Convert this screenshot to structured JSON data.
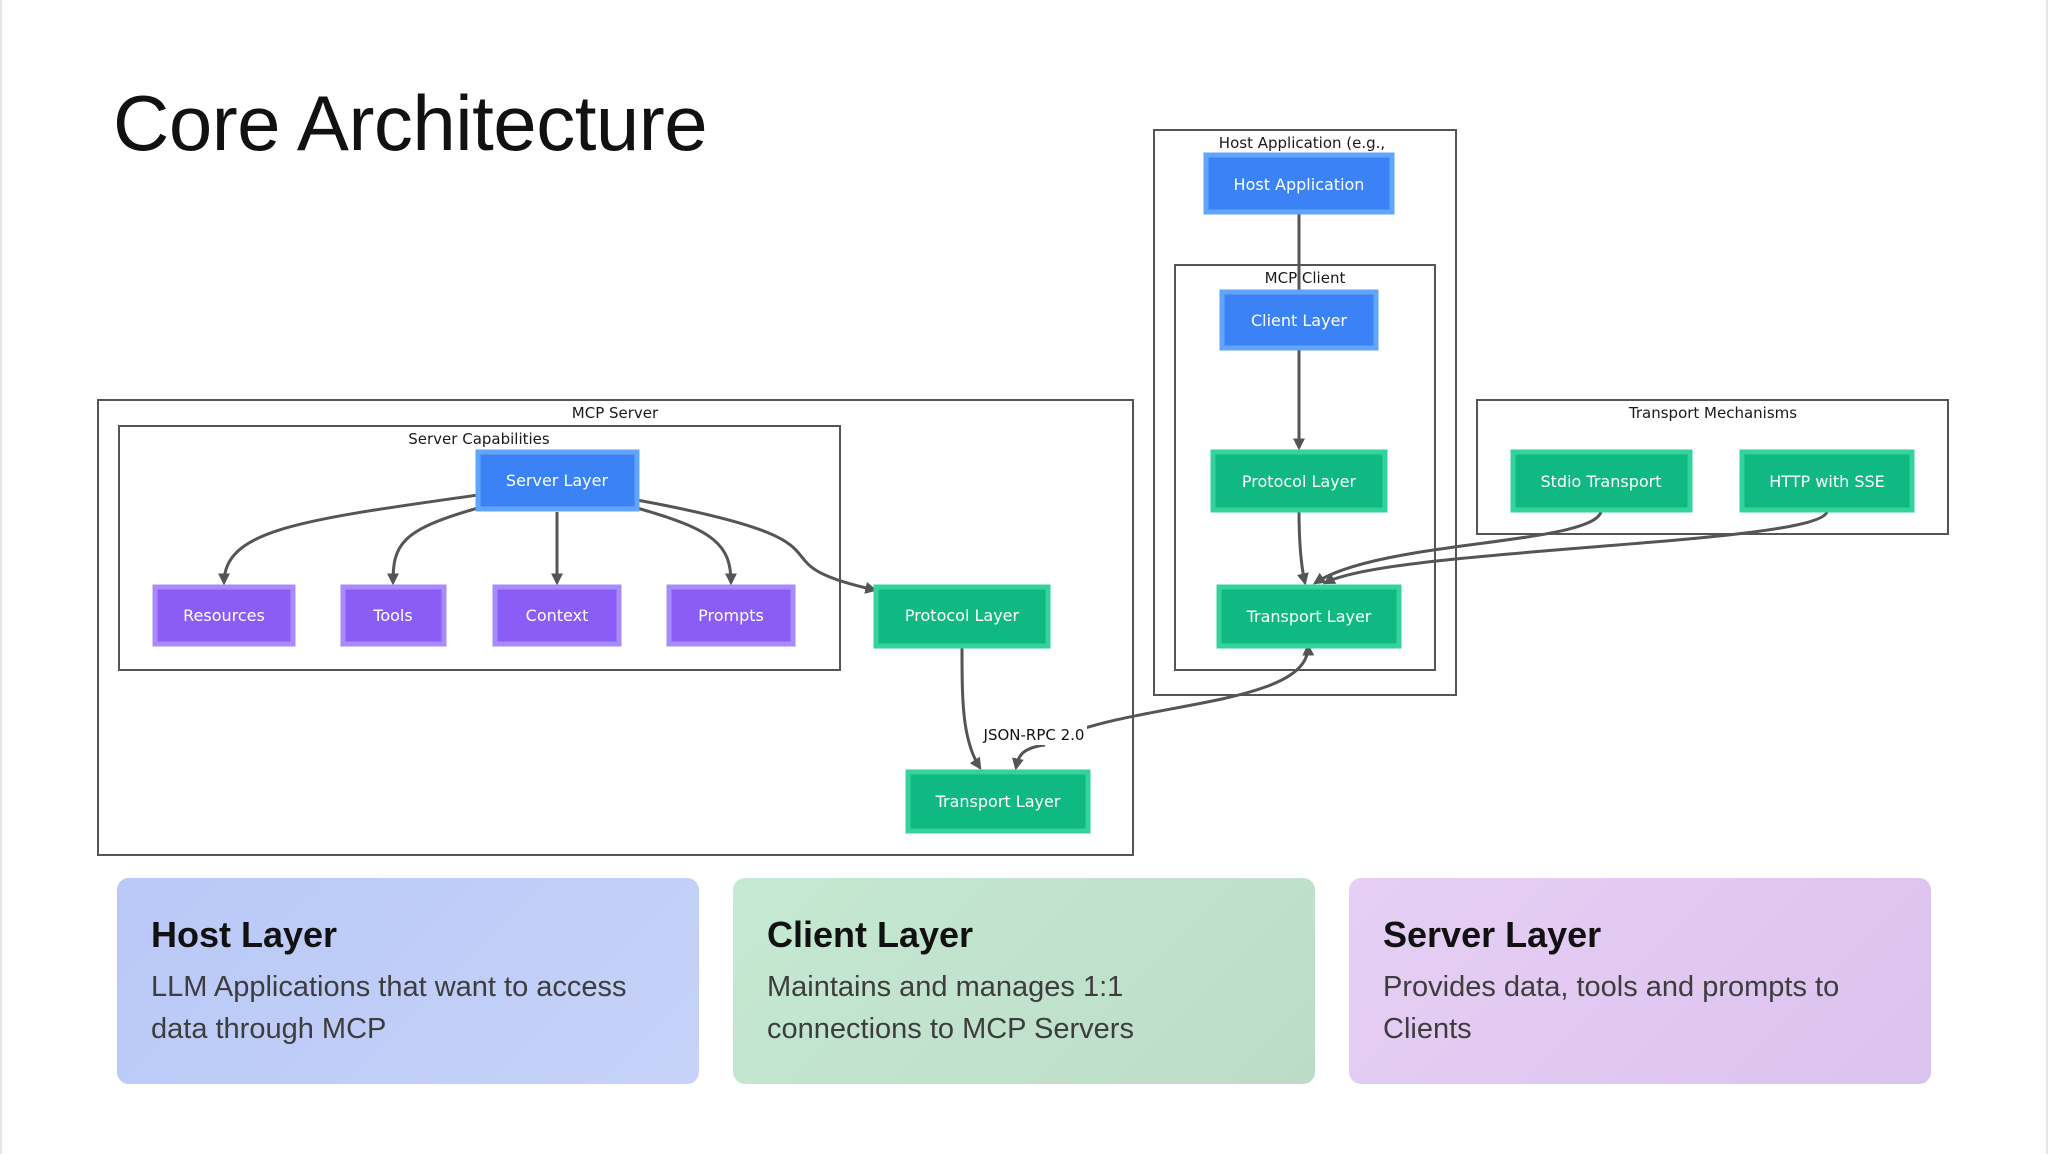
{
  "title": "Core Architecture",
  "diagram": {
    "groups": {
      "host_app": "Host Application (e.g.,",
      "mcp_client": "MCP Client",
      "mcp_server": "MCP Server",
      "server_capabilities": "Server Capabilities",
      "transport_mechanisms": "Transport Mechanisms"
    },
    "nodes": {
      "host_application": "Host Application",
      "client_layer": "Client Layer",
      "client_protocol_layer": "Protocol Layer",
      "client_transport_layer": "Transport Layer",
      "server_layer": "Server Layer",
      "resources": "Resources",
      "tools": "Tools",
      "context": "Context",
      "prompts": "Prompts",
      "server_protocol_layer": "Protocol Layer",
      "server_transport_layer": "Transport Layer",
      "stdio_transport": "Stdio Transport",
      "http_sse": "HTTP with SSE"
    },
    "edge_labels": {
      "jsonrpc": "JSON-RPC 2.0"
    },
    "colors": {
      "host_client_nodes": "#3b82f6",
      "protocol_transport_nodes": "#10b981",
      "capability_nodes": "#8b5cf6"
    }
  },
  "cards": [
    {
      "title": "Host Layer",
      "description": "LLM Applications that want to access data through MCP"
    },
    {
      "title": "Client Layer",
      "description": "Maintains and manages 1:1 connections to MCP Servers"
    },
    {
      "title": "Server Layer",
      "description": "Provides data, tools and prompts to Clients"
    }
  ]
}
